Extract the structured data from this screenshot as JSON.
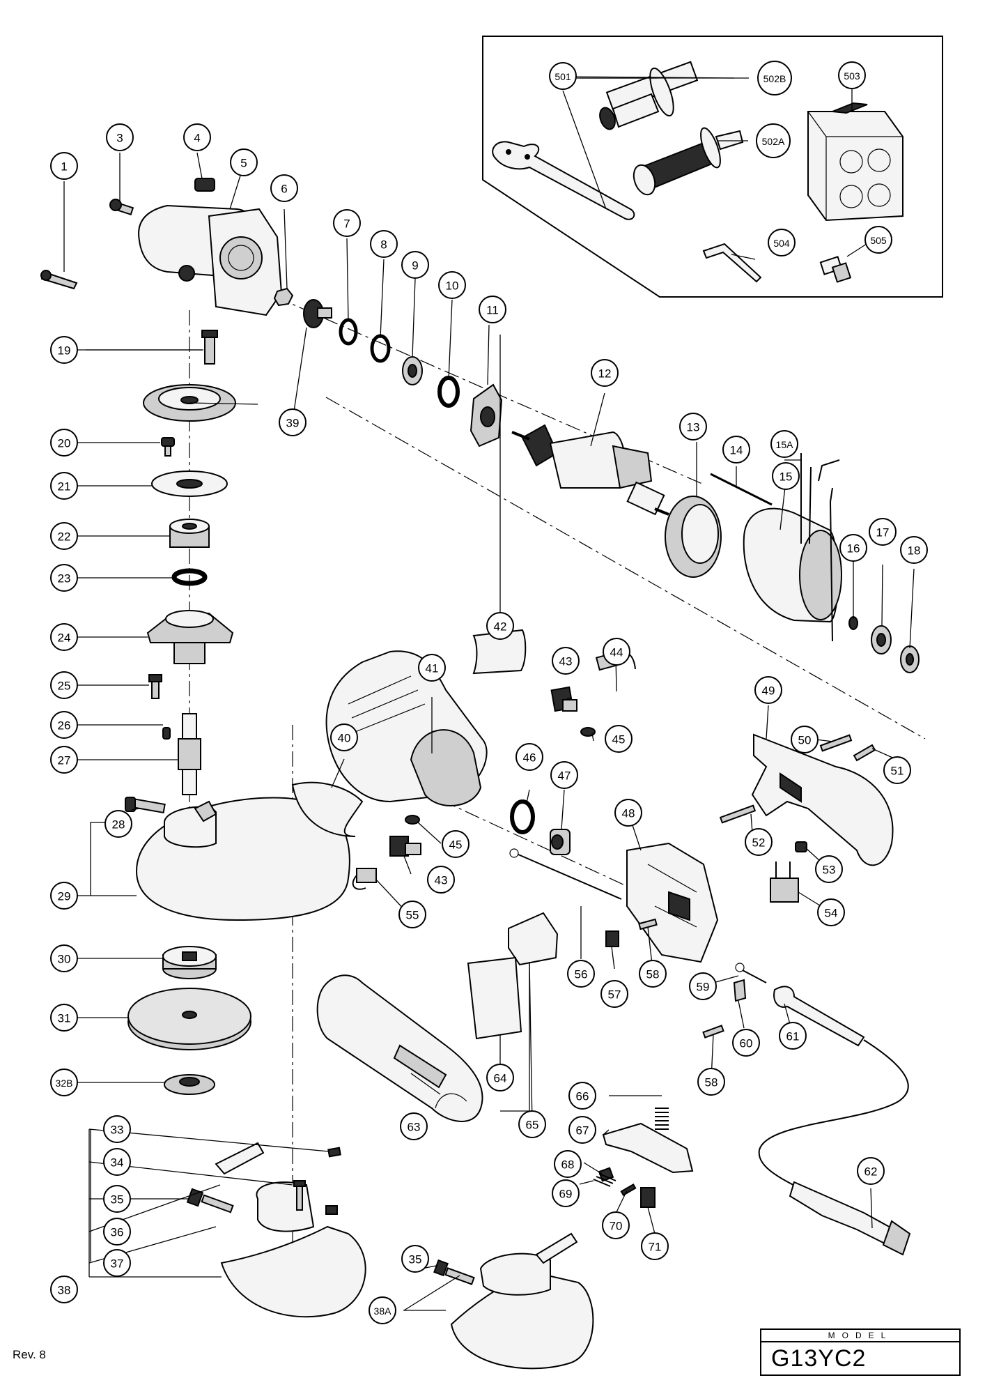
{
  "sheet": {
    "revision": "Rev. 8",
    "model_caption": "MODEL",
    "model_name": "G13YC2"
  },
  "callouts": [
    "501",
    "502B",
    "503",
    "502A",
    "504",
    "505",
    "1",
    "3",
    "4",
    "5",
    "6",
    "7",
    "8",
    "9",
    "10",
    "11",
    "12",
    "13",
    "14",
    "15A",
    "15",
    "16",
    "17",
    "18",
    "19",
    "39",
    "20",
    "21",
    "22",
    "23",
    "24",
    "25",
    "26",
    "27",
    "28",
    "29",
    "30",
    "31",
    "32B",
    "33",
    "34",
    "35",
    "36",
    "37",
    "38",
    "38A",
    "35",
    "40",
    "41",
    "42",
    "43",
    "44",
    "45",
    "46",
    "47",
    "45",
    "43",
    "55",
    "48",
    "49",
    "50",
    "51",
    "52",
    "53",
    "54",
    "56",
    "57",
    "58",
    "59",
    "60",
    "61",
    "58",
    "62",
    "63",
    "64",
    "65",
    "66",
    "67",
    "68",
    "69",
    "70",
    "71"
  ]
}
